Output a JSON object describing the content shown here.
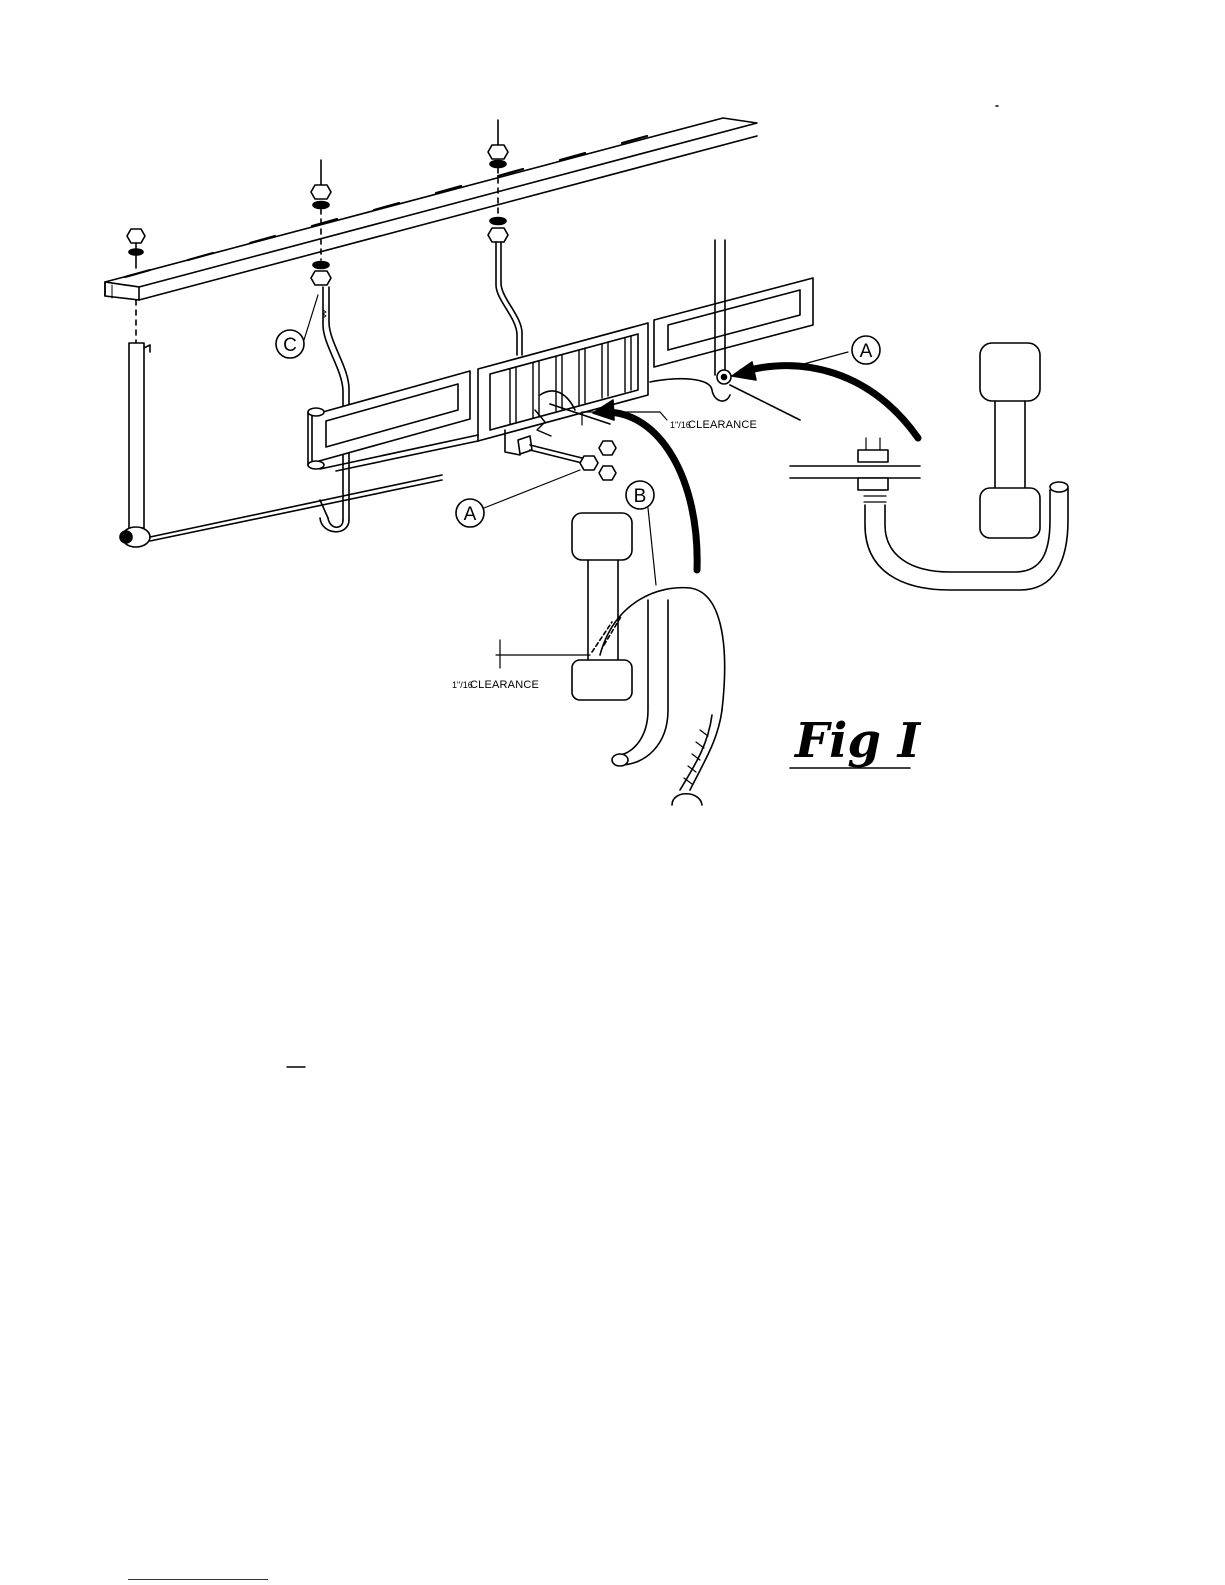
{
  "figure": {
    "caption": "Fig I",
    "callouts": {
      "a1": "A",
      "a2": "A",
      "b": "B",
      "c": "C"
    },
    "clearance": {
      "upper": "CLEARANCE",
      "lower": "CLEARANCE",
      "fraction": "1\"/16"
    }
  },
  "footer": {
    "link_text": ""
  }
}
